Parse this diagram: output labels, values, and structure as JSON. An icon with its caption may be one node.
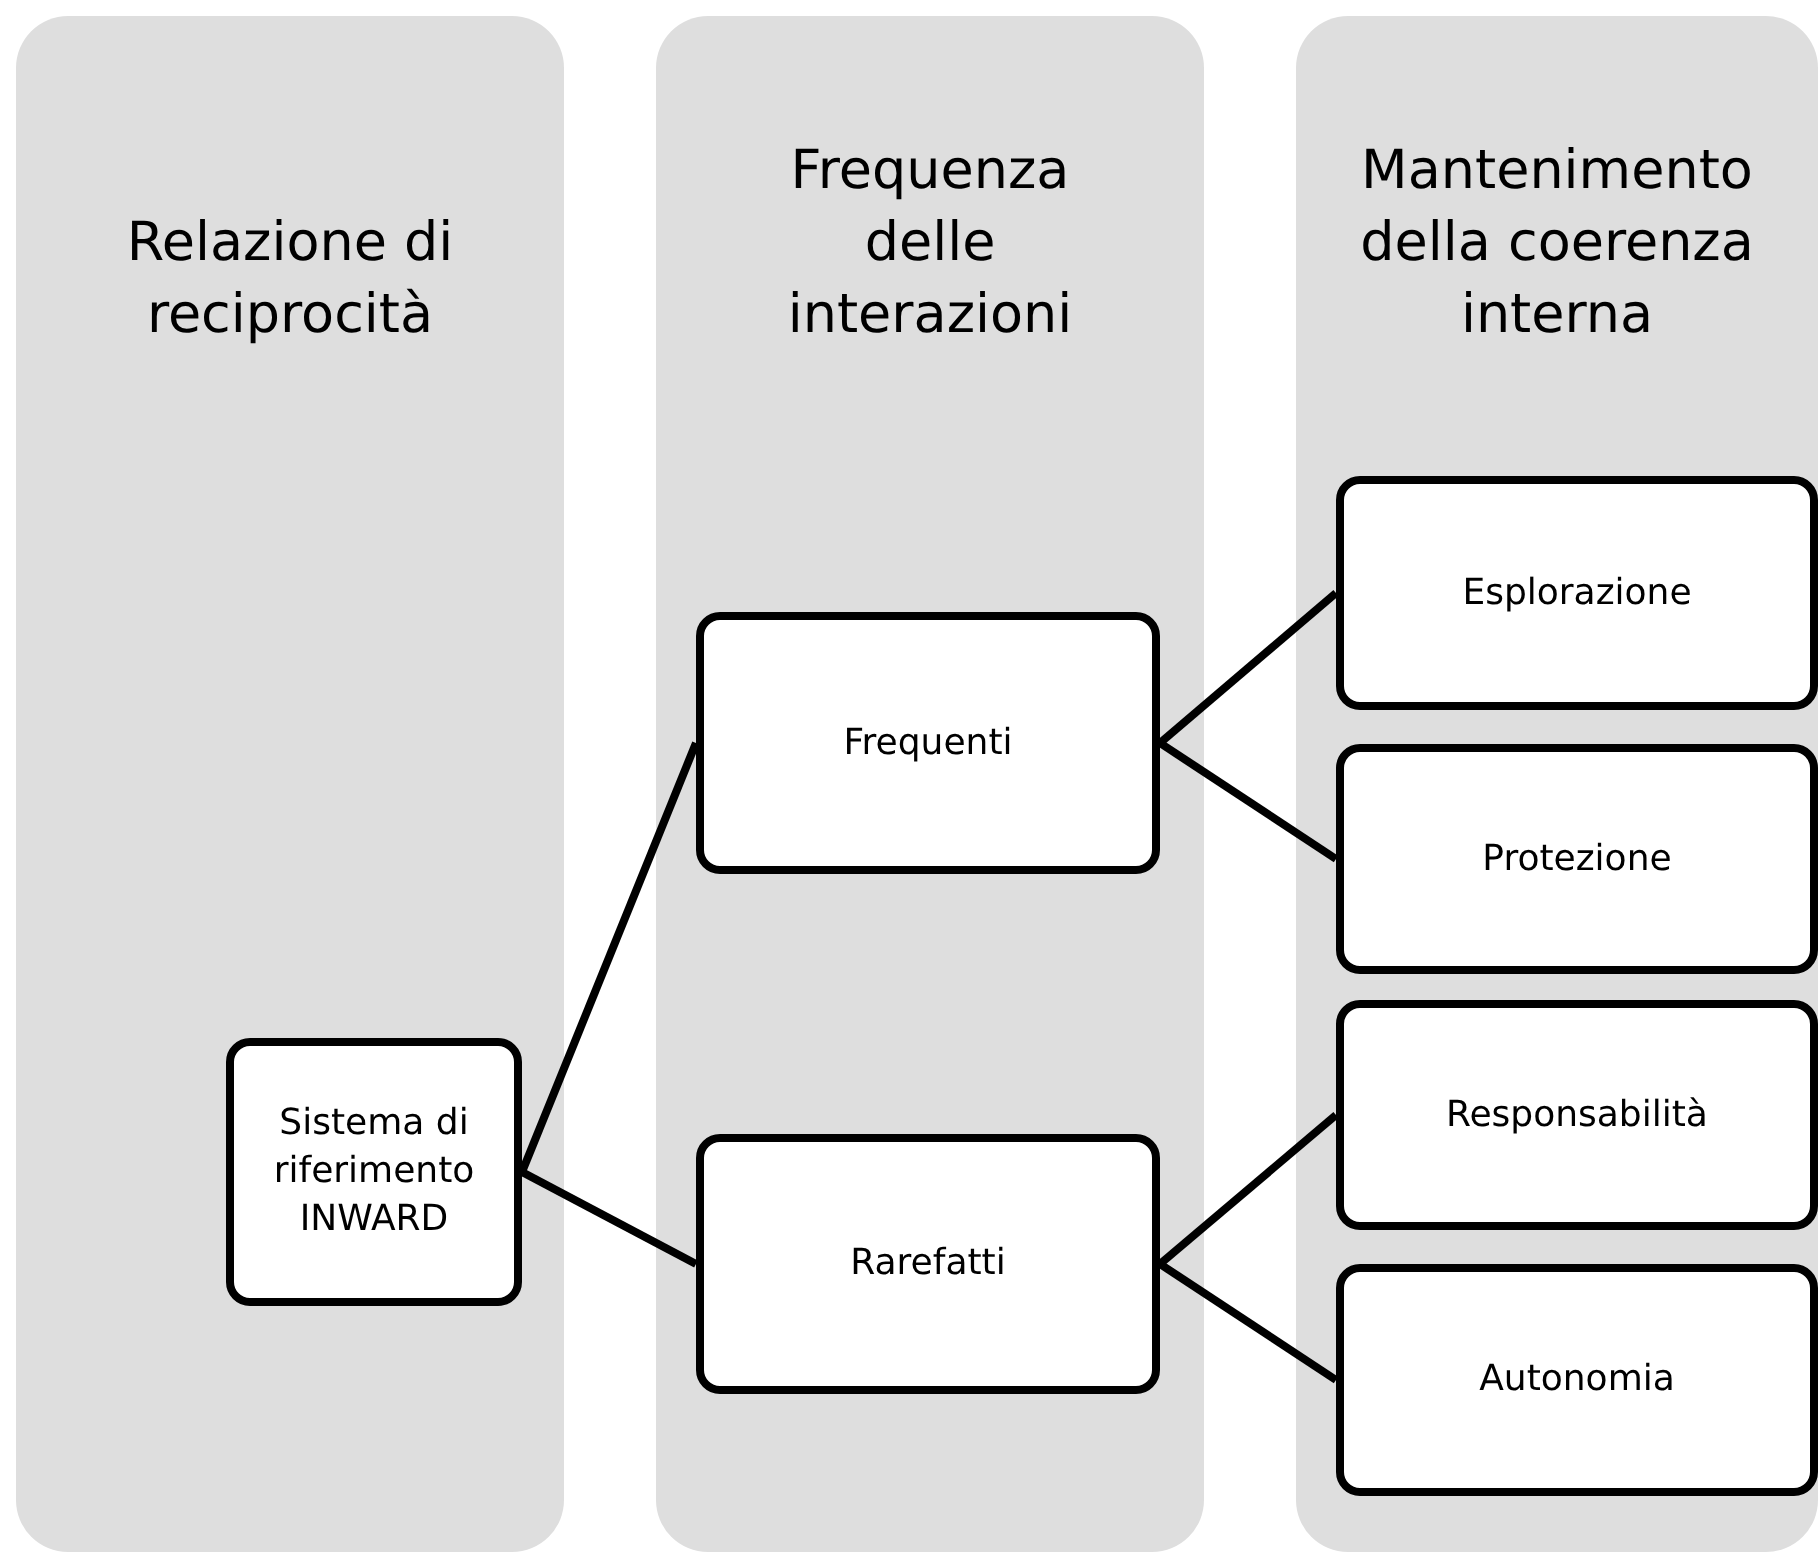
{
  "diagram": {
    "nodes": [
      {
        "text": [
          "Relazione di reciprocità"
        ]
      },
      {
        "text": [
          "Frequenza delle interazioni"
        ]
      },
      {
        "text": [
          "Mantenimento della coerenza interna"
        ]
      },
      {
        "text": [
          "Sistema di riferimento INWARD"
        ],
        "in": 0
      },
      {
        "text": [
          "Frequenti"
        ],
        "in": 1
      },
      {
        "text": [
          "Rarefatti"
        ],
        "in": 1
      },
      {
        "text": [
          "Esplorazione"
        ],
        "in": 2
      },
      {
        "text": [
          "Protezione"
        ],
        "in": 2
      },
      {
        "text": [
          "Responsabilità"
        ],
        "in": 2
      },
      {
        "text": [
          "Autonomia"
        ],
        "in": 2
      }
    ],
    "edges": [
      {
        "from": 3,
        "to": 4,
        "arrow": "none"
      },
      {
        "from": 3,
        "to": 5,
        "arrow": "none"
      },
      {
        "from": 4,
        "to": 6,
        "arrow": "none"
      },
      {
        "from": 4,
        "to": 7,
        "arrow": "none"
      },
      {
        "from": 5,
        "to": 8,
        "arrow": "none"
      },
      {
        "from": 5,
        "to": 9,
        "arrow": "none"
      }
    ]
  }
}
